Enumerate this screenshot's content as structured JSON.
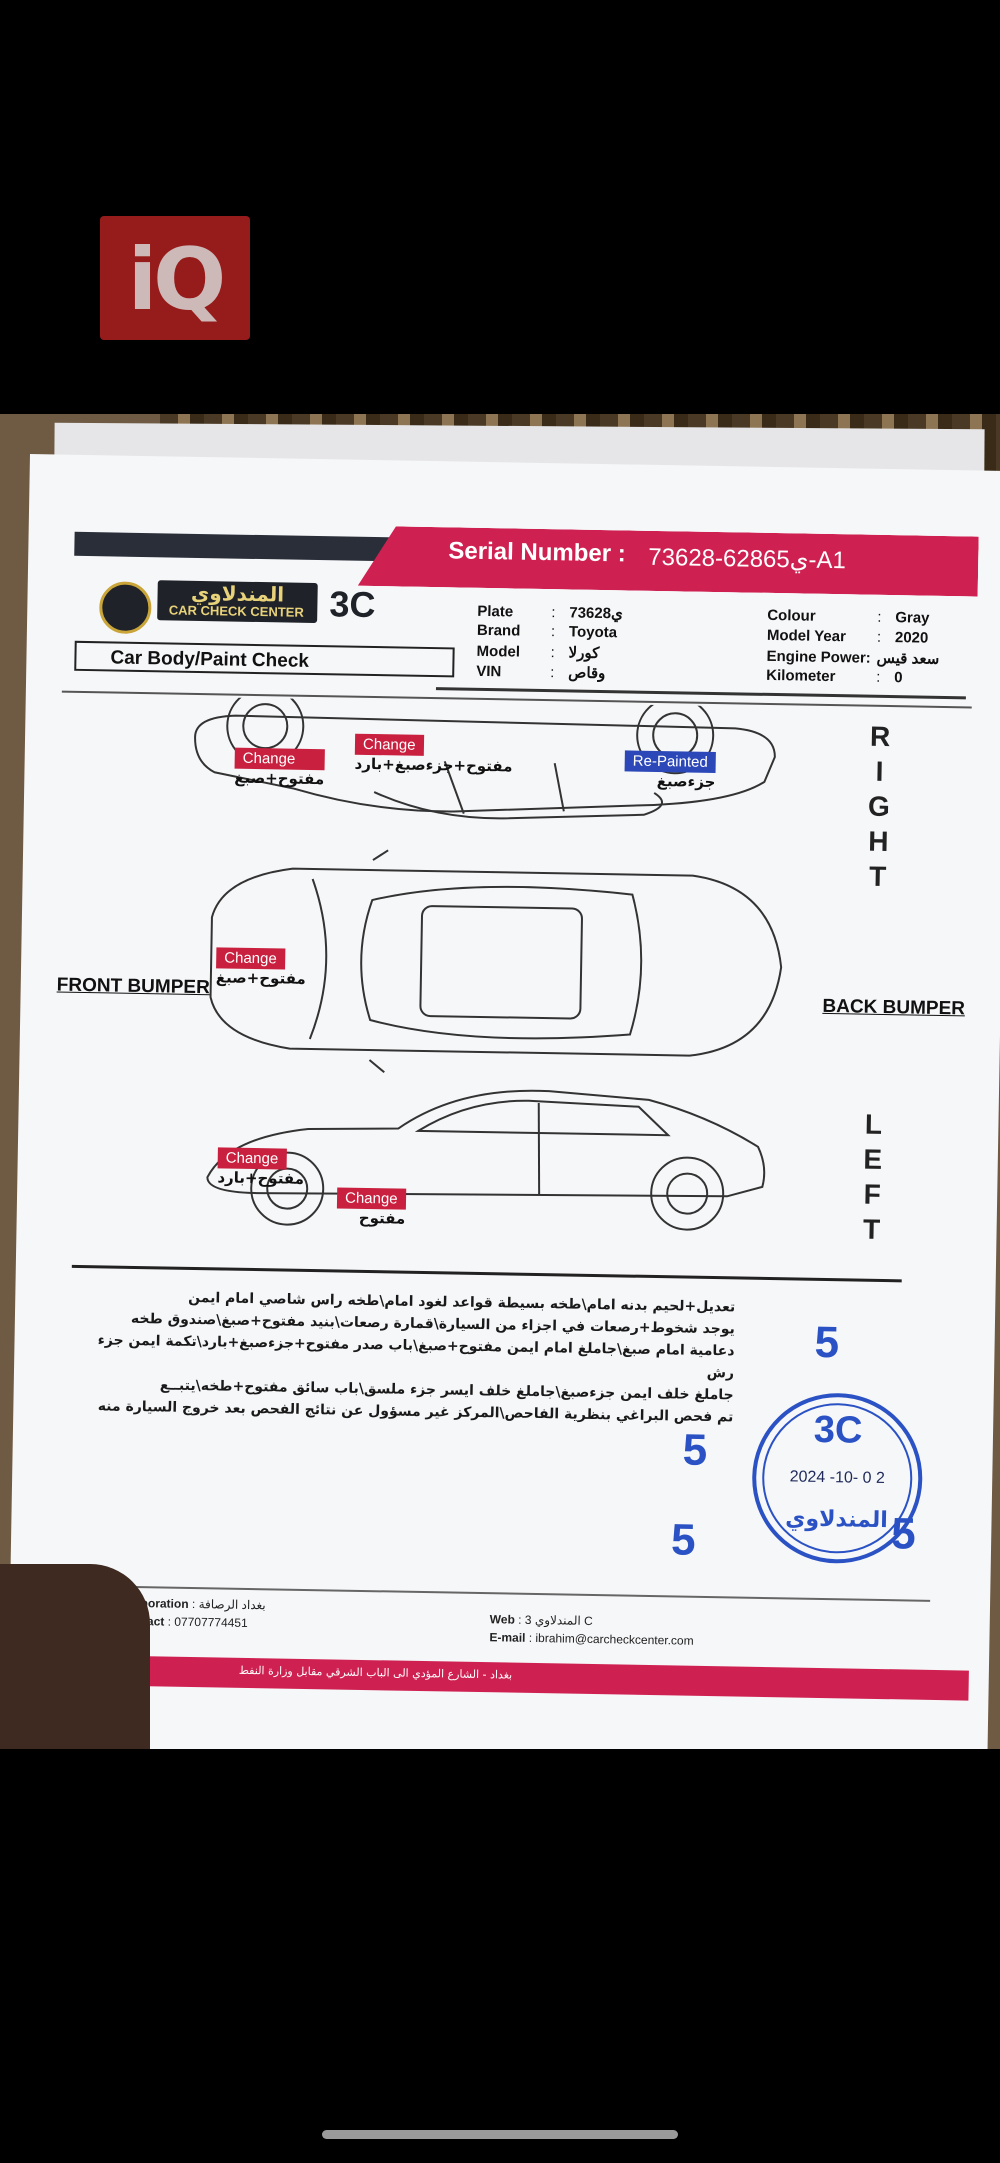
{
  "watermark": {
    "text": "iQ"
  },
  "header": {
    "serial_label": "Serial Number :",
    "serial_value": "ي62865-73628-A1",
    "logo_arabic": "المندلاوي",
    "logo_english": "CAR CHECK CENTER",
    "logo_3c": "3C",
    "section_title": "Car Body/Paint Check"
  },
  "vehicle": {
    "plate_label": "Plate",
    "plate": "ي73628",
    "brand_label": "Brand",
    "brand": "Toyota",
    "model_label": "Model",
    "model": "كورلا",
    "vin_label": "VIN",
    "vin": "وقاص",
    "colour_label": "Colour",
    "colour": "Gray",
    "year_label": "Model Year",
    "year": "2020",
    "engine_label": "Engine Power:",
    "engine": "سعد قيس",
    "km_label": "Kilometer",
    "km": "0"
  },
  "sides": {
    "right": [
      "R",
      "I",
      "G",
      "H",
      "T"
    ],
    "left": [
      "L",
      "E",
      "F",
      "T"
    ],
    "front": "FRONT BUMPER",
    "back": "BACK BUMPER"
  },
  "marks": {
    "r1_tag": "Change",
    "r1_note": "مفتوح+صبغ",
    "r2_tag": "Change",
    "r2_note": "مفتوح+جزءصبغ+بارد",
    "r3_tag": "Re-Painted",
    "r3_note": "جزءصبغ",
    "t1_tag": "Change",
    "t1_note": "مفتوح+صبغ",
    "l1_tag": "Change",
    "l1_note": "مفتوح+بارد",
    "l2_tag": "Change",
    "l2_note": "مفتوح"
  },
  "comments": [
    "تعديل+لحيم بدنه امام\\طخه بسيطة قواعد لغود امام\\طخه راس شاصي امام ايمن",
    "يوجد شخوط+رصعات في اجزاء من السيارة\\قمارة رصعات\\بنيد مفتوح+صبغ\\صندوق طخه",
    "دعامية امام صبغ\\جاملغ امام ايمن مفتوح+صبغ\\باب صدر مفتوح+جزءصبغ+بارد\\تكمة ايمن جزء رش",
    "جاملغ خلف ايمن جزءصبغ\\جاملغ خلف ايسر جزء ملسق\\باب سائق مفتوح+طخه\\يتبــع",
    "تم فحص البراغي بنظرية الفاحص\\المركز غير مسؤول عن نتائج الفحص بعد خروج السيارة منه"
  ],
  "ratings": [
    "5",
    "5",
    "5",
    "5"
  ],
  "stamp": {
    "top": "3C",
    "date": "2024 -10- 0 2",
    "name": "المندلاوي"
  },
  "footer": {
    "corp_label": "Corporation",
    "corp_value": ": بغداد الرصافة",
    "contact_label": "Contact",
    "contact_value": ": 07707774451",
    "web_label": "Web",
    "web_value": ": 3 المندلاوي C",
    "email_label": "E-mail",
    "email_value": ": ibrahim@carcheckcenter.com",
    "band_text": "بغداد - الشارع المؤدي الى الباب الشرقي مقابل وزارة النفط"
  }
}
